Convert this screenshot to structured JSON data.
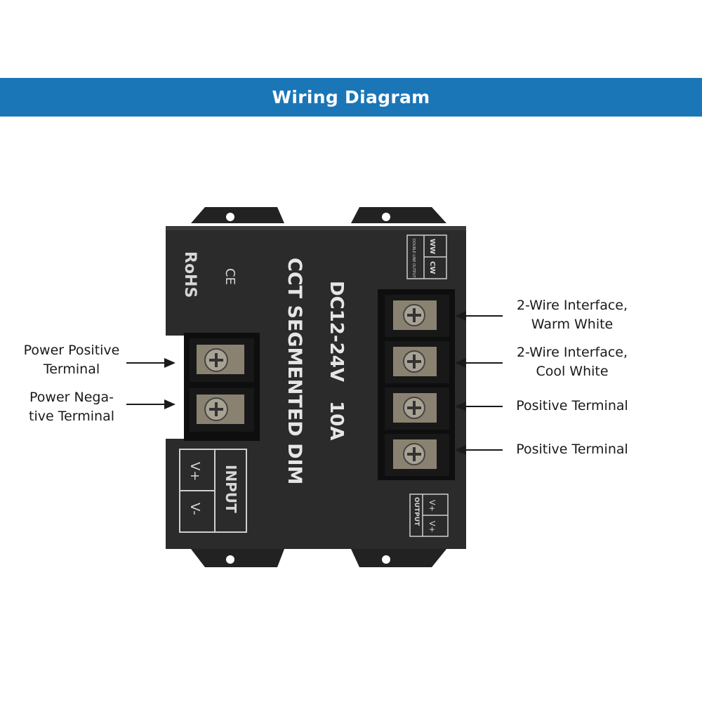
{
  "header": {
    "title": "Wiring Diagram"
  },
  "device": {
    "rohs": "RoHS",
    "ce": "CE",
    "name": "CCT SEGMENTED DIM",
    "rating": "DC12-24V   10A",
    "input_label": "INPUT",
    "input_vplus": "V+",
    "input_vminus": "V-",
    "output_label": "OUTPUT",
    "output_vplus": "V+",
    "output_vminus": "V+",
    "double_line_output": "DOUBLE LINE OUTPUT",
    "cw": "CW",
    "ww": "WW"
  },
  "labels": {
    "power_positive": [
      "Power Positive",
      "Terminal"
    ],
    "power_negative": [
      "Power Nega-",
      "tive Terminal"
    ],
    "warm_white": [
      "2-Wire Interface,",
      "Warm White"
    ],
    "cool_white": [
      "2-Wire Interface,",
      "Cool White"
    ],
    "positive_1": "Positive Terminal",
    "positive_2": "Positive Terminal"
  },
  "colors": {
    "banner": "#1b76b7",
    "device_body": "#2b2b2b",
    "text": "#1a1a1a"
  }
}
